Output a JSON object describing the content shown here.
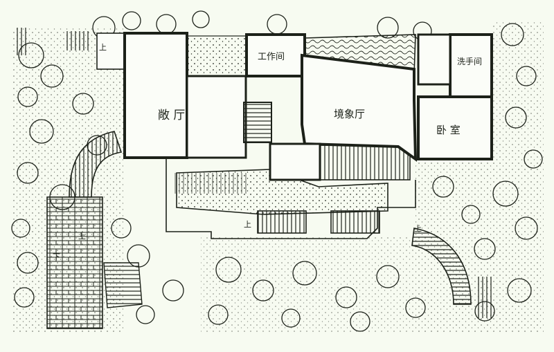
{
  "colors": {
    "paper": "#f7fbf1",
    "ink": "#1c2119",
    "room_fill": "#fbfdf8",
    "water": "#e6ecdd"
  },
  "rooms": {
    "hall": "敞 厅",
    "workroom": "工作间",
    "view_hall": "境象厅",
    "washroom": "洗手间",
    "bedroom": "卧 室"
  },
  "stair_marks": {
    "up_top_left": "上",
    "up_left_path": "上",
    "down_left_path": "下",
    "up_center": "上",
    "up_right_curve": "上"
  }
}
